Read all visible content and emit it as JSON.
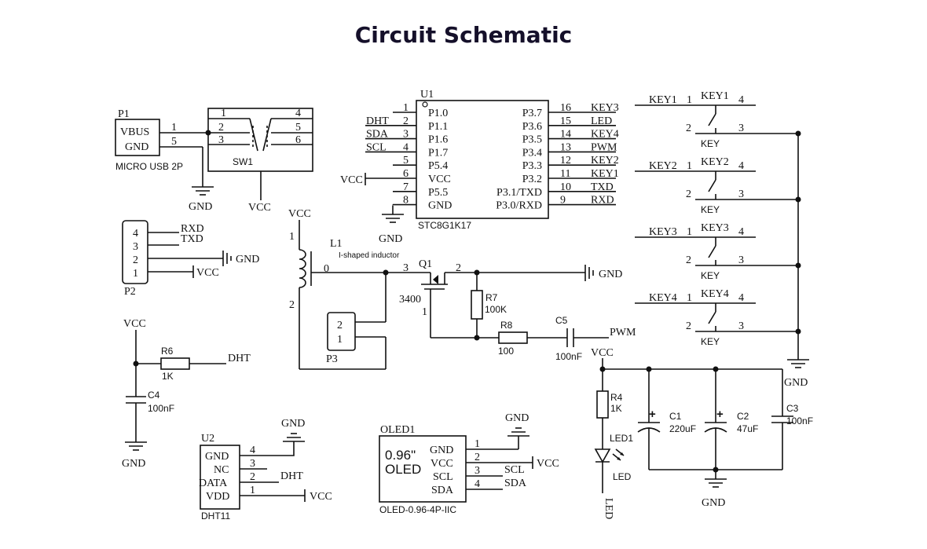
{
  "title": "Circuit Schematic",
  "p1": {
    "ref": "P1",
    "pin_vbus": "VBUS",
    "pin_gnd": "GND",
    "n1": "1",
    "n5": "5",
    "desc": "MICRO USB 2P"
  },
  "sw1": {
    "ref": "SW1",
    "pins": [
      "1",
      "2",
      "3",
      "4",
      "5",
      "6"
    ]
  },
  "u1": {
    "ref": "U1",
    "part": "STC8G1K17",
    "left_pins": [
      {
        "num": "1",
        "name": "P1.0",
        "net": ""
      },
      {
        "num": "2",
        "name": "P1.1",
        "net": "DHT"
      },
      {
        "num": "3",
        "name": "P1.6",
        "net": "SDA"
      },
      {
        "num": "4",
        "name": "P1.7",
        "net": "SCL"
      },
      {
        "num": "5",
        "name": "P5.4",
        "net": ""
      },
      {
        "num": "6",
        "name": "VCC",
        "net": "VCC"
      },
      {
        "num": "7",
        "name": "P5.5",
        "net": ""
      },
      {
        "num": "8",
        "name": "GND",
        "net": ""
      }
    ],
    "right_pins": [
      {
        "num": "16",
        "name": "P3.7",
        "net": "KEY3"
      },
      {
        "num": "15",
        "name": "P3.6",
        "net": "LED"
      },
      {
        "num": "14",
        "name": "P3.5",
        "net": "KEY4"
      },
      {
        "num": "13",
        "name": "P3.4",
        "net": "PWM"
      },
      {
        "num": "12",
        "name": "P3.3",
        "net": "KEY2"
      },
      {
        "num": "11",
        "name": "P3.2",
        "net": "KEY1"
      },
      {
        "num": "10",
        "name": "P3.1/TXD",
        "net": "TXD"
      },
      {
        "num": "9",
        "name": "P3.0/RXD",
        "net": "RXD"
      }
    ]
  },
  "keys": [
    {
      "net": "KEY1",
      "ref": "KEY1",
      "label": "KEY"
    },
    {
      "net": "KEY2",
      "ref": "KEY2",
      "label": "KEY"
    },
    {
      "net": "KEY3",
      "ref": "KEY3",
      "label": "KEY"
    },
    {
      "net": "KEY4",
      "ref": "KEY4",
      "label": "KEY"
    }
  ],
  "key_pins": [
    "1",
    "2",
    "3",
    "4"
  ],
  "p2": {
    "ref": "P2",
    "pins": [
      "4",
      "3",
      "2",
      "1"
    ],
    "nets": [
      "RXD",
      "TXD",
      "GND",
      "VCC"
    ]
  },
  "l1": {
    "ref": "L1",
    "note": "I-shaped inductor",
    "pin1": "1",
    "pin2": "2",
    "pin0": "0"
  },
  "q1": {
    "ref": "Q1",
    "part": "3400",
    "pin1": "1",
    "pin2": "2",
    "pin3": "3"
  },
  "r7": {
    "ref": "R7",
    "value": "100K"
  },
  "r8": {
    "ref": "R8",
    "value": "100"
  },
  "c5": {
    "ref": "C5",
    "value": "100nF"
  },
  "p3": {
    "ref": "P3",
    "pins": [
      "2",
      "1"
    ]
  },
  "r6": {
    "ref": "R6",
    "value": "1K"
  },
  "c4": {
    "ref": "C4",
    "value": "100nF"
  },
  "u2": {
    "ref": "U2",
    "part": "DHT11",
    "pins": [
      {
        "num": "4",
        "name": "GND"
      },
      {
        "num": "3",
        "name": "NC"
      },
      {
        "num": "2",
        "name": "DATA"
      },
      {
        "num": "1",
        "name": "VDD"
      }
    ]
  },
  "oled": {
    "ref": "OLED1",
    "size": "0.96\"",
    "word": "OLED",
    "part": "OLED-0.96-4P-IIC",
    "pins": [
      {
        "num": "1",
        "name": "GND"
      },
      {
        "num": "2",
        "name": "VCC"
      },
      {
        "num": "3",
        "name": "SCL"
      },
      {
        "num": "4",
        "name": "SDA"
      }
    ]
  },
  "r4": {
    "ref": "R4",
    "value": "1K"
  },
  "led1": {
    "ref": "LED1",
    "label": "LED",
    "net": "LED"
  },
  "c1": {
    "ref": "C1",
    "value": "220uF",
    "polarity": "+"
  },
  "c2": {
    "ref": "C2",
    "value": "47uF",
    "polarity": "+"
  },
  "c3": {
    "ref": "C3",
    "value": "100nF"
  },
  "nets": {
    "vcc": "VCC",
    "gnd": "GND",
    "dht": "DHT",
    "pwm": "PWM",
    "scl": "SCL",
    "sda": "SDA"
  }
}
